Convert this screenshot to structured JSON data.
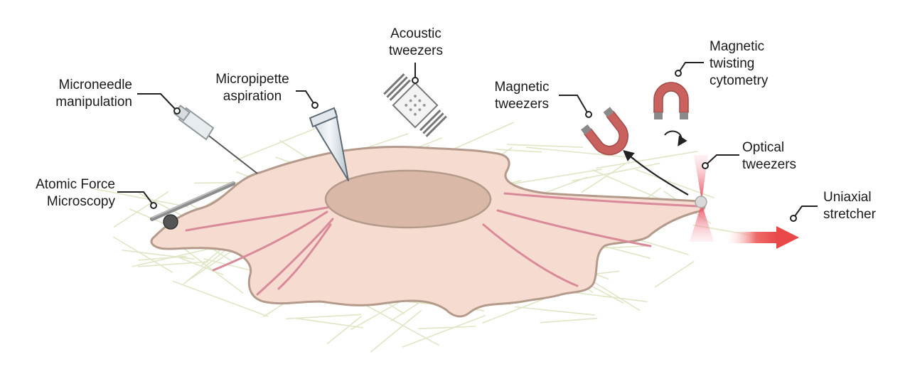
{
  "labels": {
    "microneedle": [
      "Microneedle",
      "manipulation"
    ],
    "micropipette": [
      "Micropipette",
      "aspiration"
    ],
    "acoustic": [
      "Acoustic",
      "tweezers"
    ],
    "magnetic_tweezers": [
      "Magnetic",
      "tweezers"
    ],
    "magnetic_twisting": [
      "Magnetic",
      "twisting",
      "cytometry"
    ],
    "optical": [
      "Optical",
      "tweezers"
    ],
    "afm": [
      "Atomic Force",
      "Microscopy"
    ],
    "stretcher": [
      "Uniaxial",
      "stretcher"
    ]
  },
  "colors": {
    "fiber": "#dfe6c6",
    "cell_fill": "#f6dcd0",
    "cell_edge": "#b49a8a",
    "nucleus_fill": "#d9b8a8",
    "nucleus_edge": "#b49a8a",
    "stress_fiber": "#d98a9a",
    "magnet": "#c9625e",
    "magnet_tip": "#8a8a8a",
    "laser": "#e8475a",
    "arrow": "#e84848",
    "leader": "#222222"
  }
}
